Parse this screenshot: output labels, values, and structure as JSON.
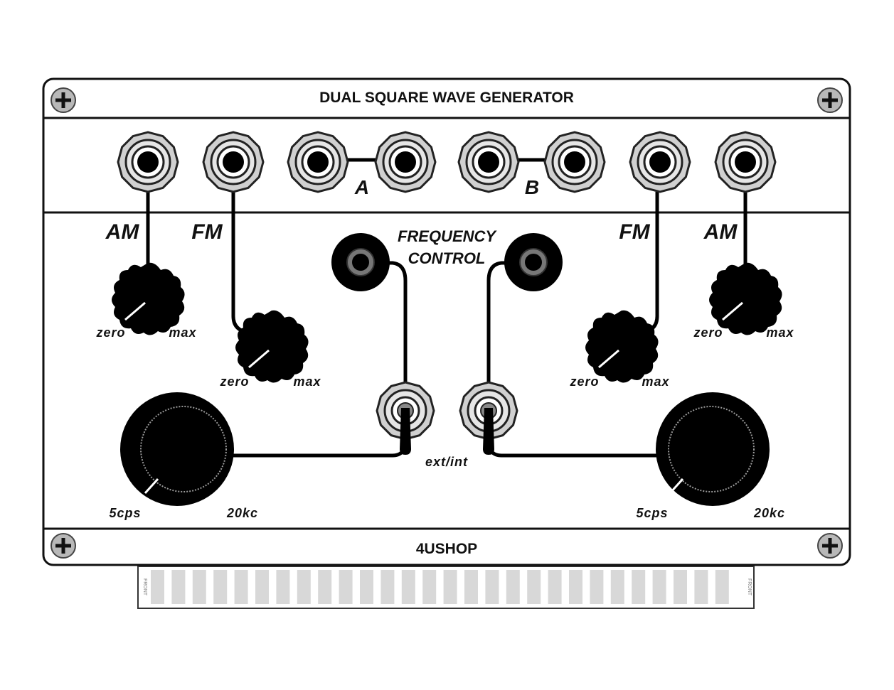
{
  "panel": {
    "title": "DUAL SQUARE WAVE GENERATOR",
    "footer": "4USHOP",
    "edge_label": "FRONT"
  },
  "jacks": {
    "group_a": "A",
    "group_b": "B"
  },
  "labels": {
    "am": "AM",
    "fm": "FM",
    "frequency_line1": "FREQUENCY",
    "frequency_line2": "CONTROL",
    "zero": "zero",
    "max": "max",
    "ext_int": "ext/int",
    "range_low": "5cps",
    "range_high": "20kc"
  },
  "colors": {
    "panel": "#ffffff",
    "ink": "#111111",
    "connector": "#d8d8d8"
  }
}
